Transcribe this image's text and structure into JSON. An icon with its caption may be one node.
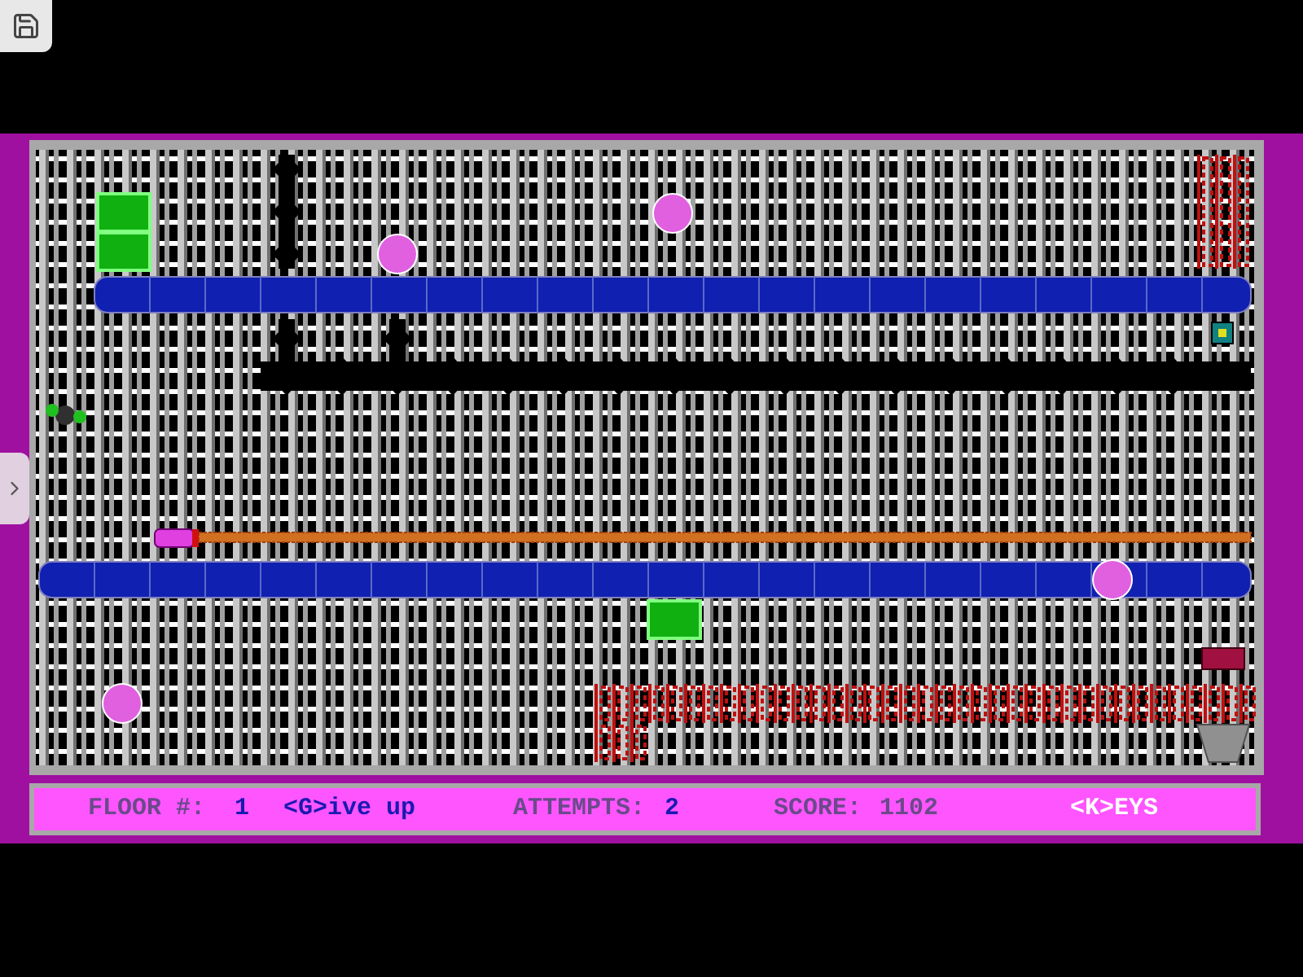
{
  "diagram": {
    "labels": [
      "FLOOR #:",
      "1",
      "<G>ive up",
      "ATTEMPTS:",
      "2",
      "SCORE:",
      "1102",
      "<K>EYS"
    ]
  }
}
